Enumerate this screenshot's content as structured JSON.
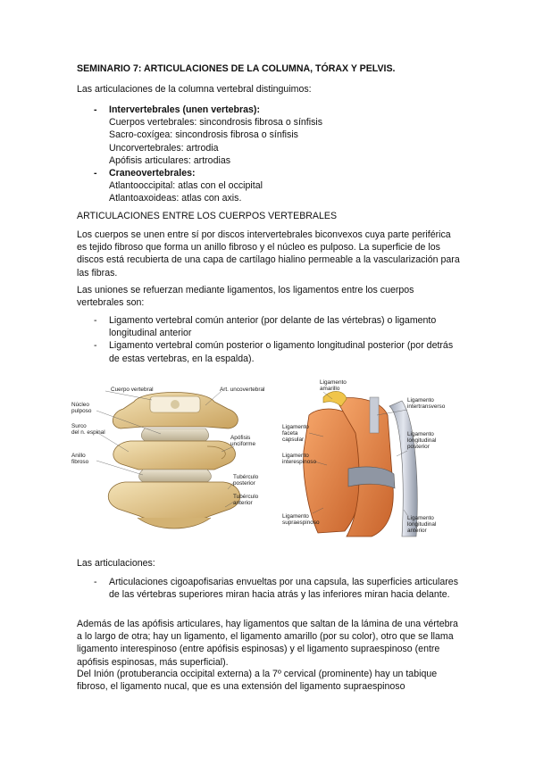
{
  "title": "SEMINARIO 7: ARTICULACIONES DE LA COLUMNA, TÓRAX Y PELVIS.",
  "intro": "Las articulaciones de la columna vertebral distinguimos:",
  "groups": [
    {
      "heading": "Intervertebrales (unen vertebras):",
      "items": [
        "Cuerpos vertebrales: sincondrosis fibrosa o sínfisis",
        "Sacro-coxígea: sincondrosis fibrosa o sínfisis",
        "Uncorvertebrales: artrodia",
        "Apófisis articulares: artrodias"
      ]
    },
    {
      "heading": "Craneovertebrales:",
      "items": [
        "Atlantooccipital: atlas con el occipital",
        "Atlantoaxoideas: atlas con axis."
      ]
    }
  ],
  "section_heading": "ARTICULACIONES ENTRE LOS CUERPOS VERTEBRALES",
  "para1": "Los cuerpos se unen entre sí por discos intervertebrales biconvexos cuya parte periférica es tejido fibroso que forma un anillo fibroso y el núcleo es pulposo. La superficie de los discos está recubierta de una capa de cartílago hialino permeable a la vascularización para las fibras.",
  "para2": "Las uniones se refuerzan mediante ligamentos, los ligamentos entre los cuerpos vertebrales son:",
  "ligaments": [
    "Ligamento vertebral común anterior (por delante de las vértebras) o ligamento longitudinal anterior",
    "Ligamento vertebral común posterior o ligamento longitudinal posterior (por detrás de estas vertebras, en la espalda)."
  ],
  "figure_left_labels": {
    "cuerpo": "Cuerpo vertebral",
    "uncovertebral": "Art. uncovertebral",
    "nucleo": "Núcleo\npulposo",
    "surco": "Surco\ndel n. espinal",
    "apofisis": "Apófisis\nunciforme",
    "anillo": "Anillo\nfibroso",
    "tuberculo_post": "Tubérculo\nposterior",
    "tuberculo_ant": "Tubérculo\nanterior"
  },
  "figure_right_labels": {
    "amarillo": "Ligamento\namarillo",
    "intertransverso": "Ligamento\nintertransverso",
    "faceta": "Ligamento\nfaceta\ncapsular",
    "interespinoso": "Ligamento\ninterespinoso",
    "long_post": "Ligamento\nlongitudinal\nposterior",
    "supraespinoso": "Ligamento\nsupraespinoso",
    "long_ant": "Ligamento\nlongitudinal\nanterior"
  },
  "articulaciones_heading": "Las articulaciones:",
  "articulaciones_item": "Articulaciones cigoapofisarias envueltas por una capsula, las superficies articulares de las vértebras superiores miran hacia atrás y las inferiores miran hacia delante.",
  "para3": "Además de las apófisis articulares, hay ligamentos que saltan de la lámina de una vértebra a lo largo de otra; hay un ligamento, el ligamento amarillo (por su color), otro que se llama ligamento interespinoso (entre apófisis espinosas) y el ligamento supraespinoso (entre apófisis espinosas, más superficial).",
  "para4": "Del Inión (protuberancia occipital externa) a la 7º cervical (prominente) hay un tabique fibroso, el ligamento nucal, que es una extensión del ligamento supraespinoso"
}
